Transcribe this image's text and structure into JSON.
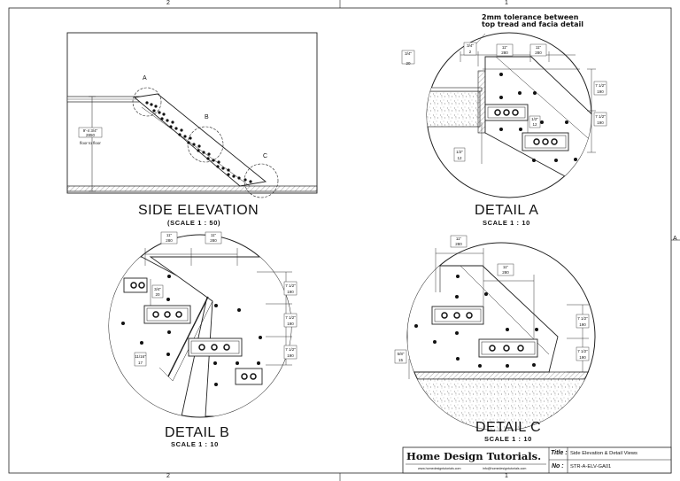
{
  "sheet": {
    "zone_top_left": "2",
    "zone_top_right": "1",
    "zone_bottom_left": "2",
    "zone_bottom_right": "1",
    "zone_side": "A"
  },
  "views": {
    "side_elevation": {
      "title": "SIDE ELEVATION",
      "scale": "(SCALE 1 : 50)",
      "callouts": [
        "A",
        "B",
        "C"
      ],
      "height_dim_imperial": "9'-4 3/4\"",
      "height_dim_metric": "2850",
      "height_dim_note": "floor to floor"
    },
    "detail_a": {
      "title": "DETAIL A",
      "scale": "SCALE 1 : 10",
      "note_line1": "2mm tolerance between",
      "note_line2": "top tread and facia detail",
      "dims": {
        "d1_imp": "3/4\"",
        "d1_met": "20",
        "d2_imp": "3/4\"",
        "d2_met": "2",
        "d3_imp": "11\"",
        "d3_met": "280",
        "d4_imp": "11\"",
        "d4_met": "280",
        "d5_imp": "7 1/2\"",
        "d5_met": "190",
        "d6_imp": "7 1/2\"",
        "d6_met": "190",
        "d7_imp": "1/2\"",
        "d7_met": "12",
        "d8_imp": "1/2\"",
        "d8_met": "12"
      }
    },
    "detail_b": {
      "title": "DETAIL B",
      "scale": "SCALE 1 : 10",
      "dims": {
        "d1_imp": "11\"",
        "d1_met": "280",
        "d2_imp": "11\"",
        "d2_met": "280",
        "d3_imp": "7 1/2\"",
        "d3_met": "190",
        "d4_imp": "7 1/2\"",
        "d4_met": "190",
        "d5_imp": "7 1/2\"",
        "d5_met": "190",
        "d6_imp": "3/4\"",
        "d6_met": "20",
        "d7_imp": "11/16\"",
        "d7_met": "17"
      }
    },
    "detail_c": {
      "title": "DETAIL C",
      "scale": "SCALE 1 : 10",
      "dims": {
        "d1_imp": "11\"",
        "d1_met": "280",
        "d2_imp": "11\"",
        "d2_met": "280",
        "d3_imp": "7 1/2\"",
        "d3_met": "190",
        "d4_imp": "7 1/2\"",
        "d4_met": "190",
        "d5_imp": "5/8\"",
        "d5_met": "15"
      }
    }
  },
  "title_block": {
    "company": "Home Design Tutorials.",
    "website": "www.homedesigntutorials.com",
    "email": "info@homedesigntutorials.com",
    "title_label": "Title :",
    "title_value": "Side Elevation & Detail Views",
    "no_label": "No :",
    "no_value": "STR-A-ELV-GA01"
  }
}
